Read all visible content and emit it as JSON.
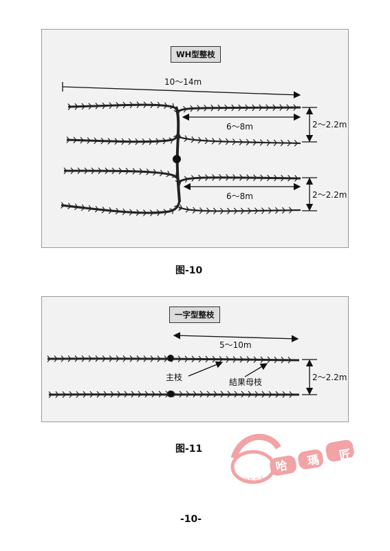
{
  "figure1": {
    "title": "WH型整枝",
    "label_total_width": "10～14m",
    "label_arm_upper": "6～8m",
    "label_arm_lower": "6～8m",
    "label_spacing_upper": "2～2.2m",
    "label_spacing_lower": "2～2.2m",
    "caption": "图-10"
  },
  "figure2": {
    "title": "一字型整枝",
    "label_arm": "5～10m",
    "label_main_branch": "主枝",
    "label_fruiting_branch": "結果母枝",
    "label_spacing": "2～2.2m",
    "caption": "图-11"
  },
  "watermark": {
    "text_small": "哥ちゃん",
    "text_main": "哈 瑪 匠!"
  },
  "page_number": "-10-"
}
